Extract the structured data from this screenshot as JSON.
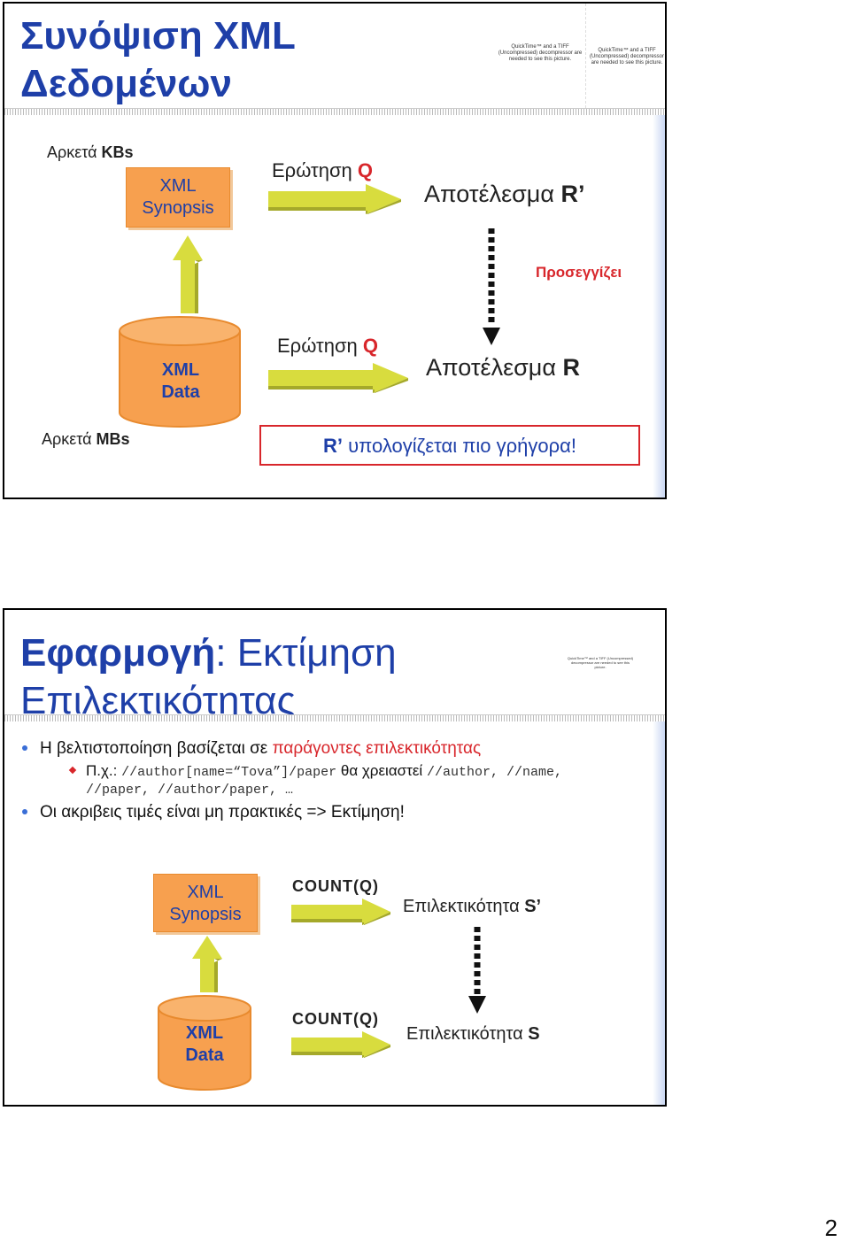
{
  "slide1": {
    "title_line1": "Συνόψιση XML",
    "title_line2": "Δεδομένων",
    "qt_note_1": "QuickTime™ and a TIFF (Uncompressed) decompressor are needed to see this picture.",
    "qt_note_2": "QuickTime™ and a TIFF (Uncompressed) decompressor are needed to see this picture.",
    "size_top_prefix": "Αρκετά ",
    "size_top_unit": "KBs",
    "synopsis_line1": "XML",
    "synopsis_line2": "Synopsis",
    "query_top_prefix": "Ερώτηση ",
    "query_top_var": "Q",
    "result_top_prefix": "Αποτέλεσμα ",
    "result_top_var": "R’",
    "approx": "Προσεγγίζει",
    "data_line1": "XML",
    "data_line2": "Data",
    "query_bot_prefix": "Ερώτηση ",
    "query_bot_var": "Q",
    "result_bot_prefix": "Αποτέλεσμα ",
    "result_bot_var": "R",
    "size_bot_prefix": "Αρκετά ",
    "size_bot_unit": "MBs",
    "fast_var": "R’",
    "fast_text": " υπολογίζεται πιο γρήγορα!"
  },
  "slide2": {
    "title_line1_bold": "Εφαρμογή",
    "title_line1_rest": ": Εκτίμηση",
    "title_line2": "Επιλεκτικότητας",
    "qt_note": "QuickTime™ and a TIFF (Uncompressed) decompressor are needed to see this picture.",
    "bullet1_prefix": "Η βελτιστοποίηση βασίζεται σε ",
    "bullet1_highlight": "παράγοντες επιλεκτικότητας",
    "sub_prefix": "Π.χ.: ",
    "sub_xpath": "//author[name=“Tova”]/paper",
    "sub_middle": " θα χρειαστεί ",
    "sub_paths_1": "//author, //name,",
    "sub_paths_2": "//paper, //author/paper, …",
    "bullet2": "Οι ακριβεις τιμές είναι μη πρακτικές => Εκτίμηση!",
    "synopsis_line1": "XML",
    "synopsis_line2": "Synopsis",
    "count_top": "COUNT(Q)",
    "sel_top_prefix": "Επιλεκτικότητα ",
    "sel_top_var": "S’",
    "data_line1": "XML",
    "data_line2": "Data",
    "count_bot": "COUNT(Q)",
    "sel_bot_prefix": "Επιλεκτικότητα ",
    "sel_bot_var": "S"
  },
  "page_number": "2",
  "colors": {
    "title_blue": "#1e3fa8",
    "accent_red": "#d8262b",
    "box_orange": "#f7a04f",
    "arrow_yellow": "#d8dc3e"
  }
}
